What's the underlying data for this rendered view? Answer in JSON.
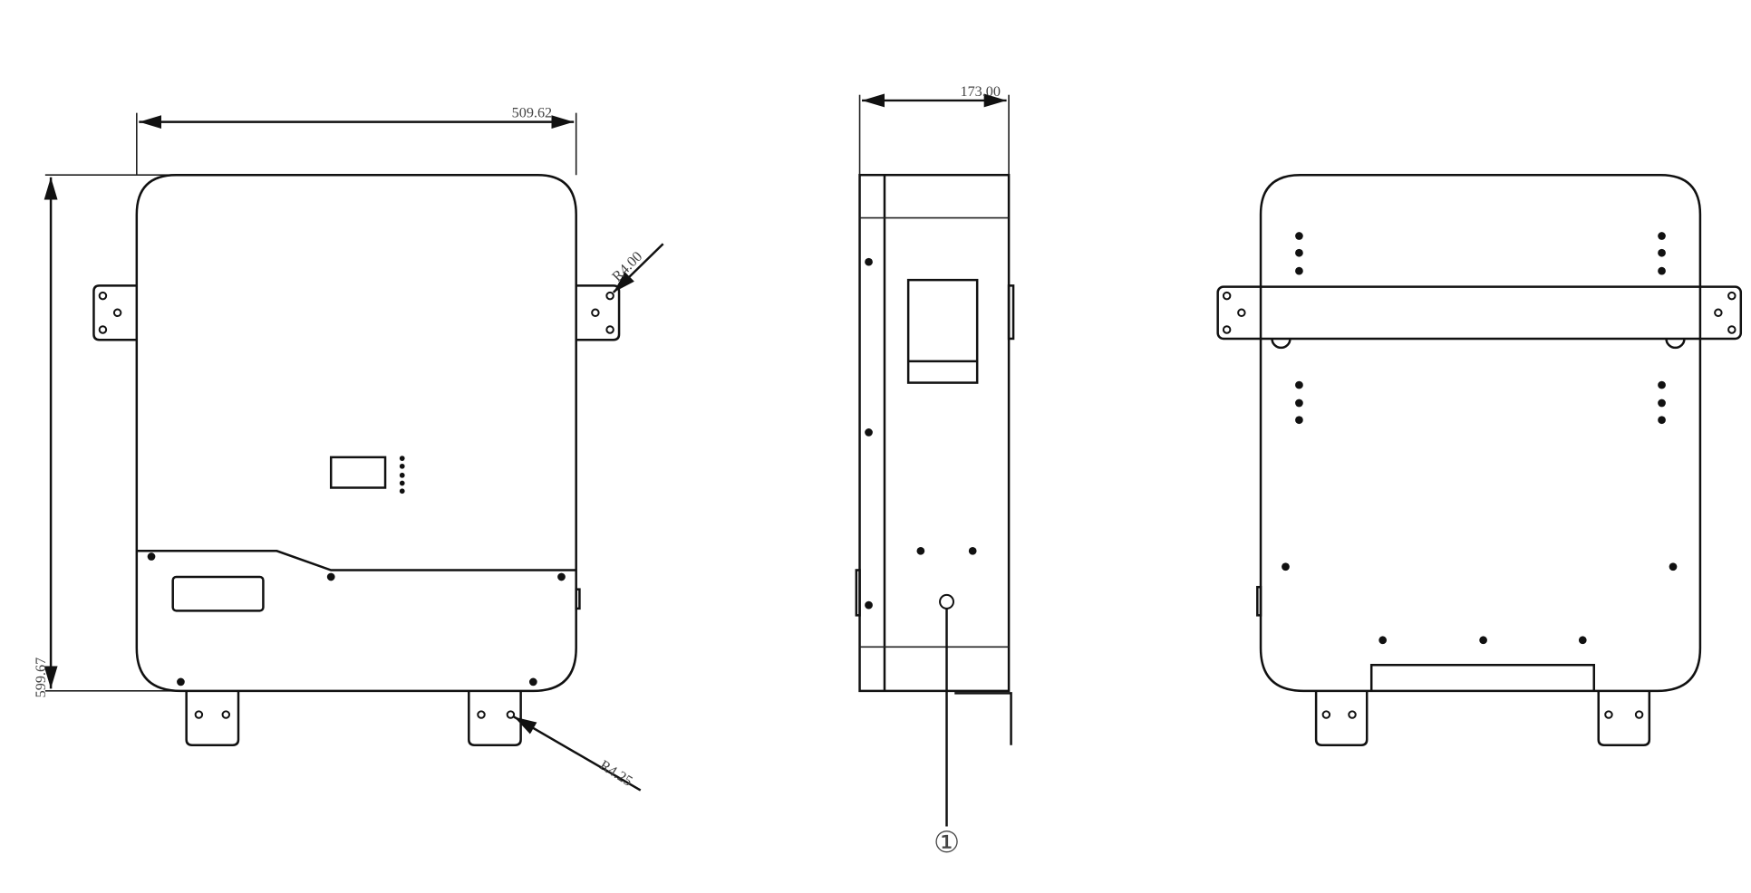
{
  "drawing": {
    "front_view": {
      "width_dim": "509.62",
      "height_dim": "599.67",
      "radius_top": "R4.00",
      "radius_bottom": "R4.25"
    },
    "side_view": {
      "depth_dim": "173.00",
      "callout": "①"
    },
    "colors": {
      "line": "#111111",
      "text": "#444444",
      "background": "#ffffff"
    }
  }
}
